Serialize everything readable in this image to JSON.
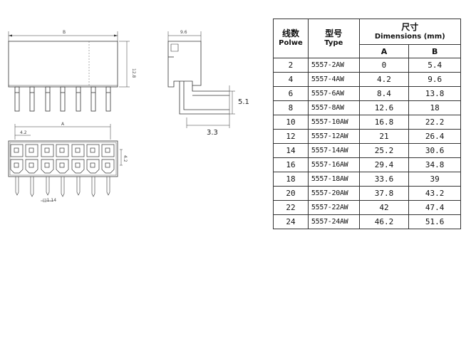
{
  "drawing": {
    "dim_B": "B",
    "dim_height": "12.8",
    "dim_width_side": "9.6",
    "dim_5_1": "5.1",
    "dim_3_3": "3.3",
    "dim_A": "A",
    "dim_pitch": "4.2",
    "dim_row_pitch": "4.2",
    "dim_pin": "□1.14"
  },
  "table": {
    "col_count_cn": "线数",
    "col_count_en": "Polwe",
    "col_type_cn": "型号",
    "col_type_en": "Type",
    "col_dim_cn": "尺寸",
    "col_dim_en": "Dimensions (mm)",
    "col_a": "A",
    "col_b": "B",
    "rows": [
      {
        "n": "2",
        "type": "5557-2AW",
        "a": "0",
        "b": "5.4"
      },
      {
        "n": "4",
        "type": "5557-4AW",
        "a": "4.2",
        "b": "9.6"
      },
      {
        "n": "6",
        "type": "5557-6AW",
        "a": "8.4",
        "b": "13.8"
      },
      {
        "n": "8",
        "type": "5557-8AW",
        "a": "12.6",
        "b": "18"
      },
      {
        "n": "10",
        "type": "5557-10AW",
        "a": "16.8",
        "b": "22.2"
      },
      {
        "n": "12",
        "type": "5557-12AW",
        "a": "21",
        "b": "26.4"
      },
      {
        "n": "14",
        "type": "5557-14AW",
        "a": "25.2",
        "b": "30.6"
      },
      {
        "n": "16",
        "type": "5557-16AW",
        "a": "29.4",
        "b": "34.8"
      },
      {
        "n": "18",
        "type": "5557-18AW",
        "a": "33.6",
        "b": "39"
      },
      {
        "n": "20",
        "type": "5557-20AW",
        "a": "37.8",
        "b": "43.2"
      },
      {
        "n": "22",
        "type": "5557-22AW",
        "a": "42",
        "b": "47.4"
      },
      {
        "n": "24",
        "type": "5557-24AW",
        "a": "46.2",
        "b": "51.6"
      }
    ]
  }
}
